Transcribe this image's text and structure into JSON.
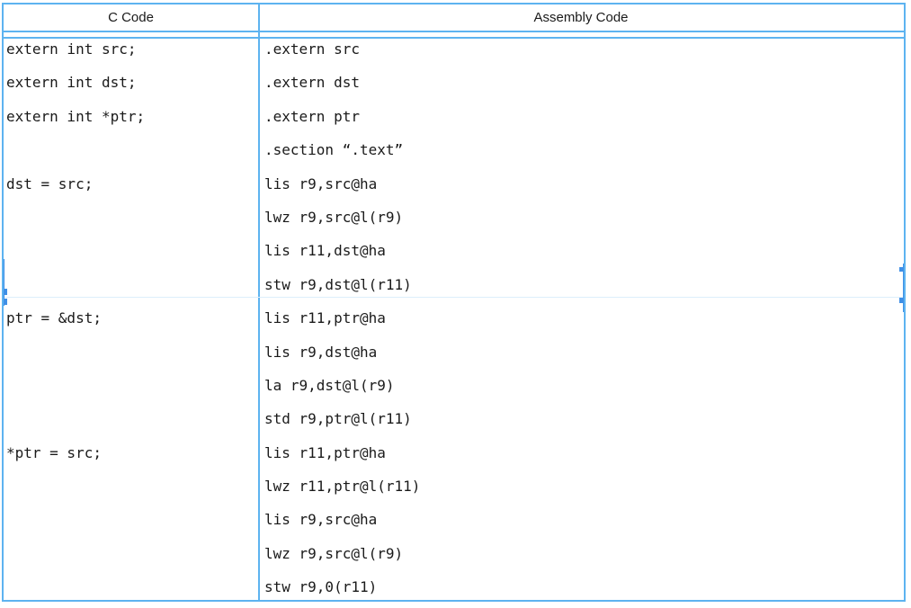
{
  "table": {
    "header": {
      "c_column": "C Code",
      "assembly_column": "Assembly Code"
    },
    "rows": [
      {
        "c": "extern int src;",
        "asm": ".extern src"
      },
      {
        "c": "extern int dst;",
        "asm": ".extern dst"
      },
      {
        "c": "extern int *ptr;",
        "asm": ".extern ptr"
      },
      {
        "c": "",
        "asm": ".section “.text”"
      },
      {
        "c": "dst = src;",
        "asm": "lis r9,src@ha"
      },
      {
        "c": "",
        "asm": "lwz r9,src@l(r9)"
      },
      {
        "c": "",
        "asm": "lis r11,dst@ha"
      },
      {
        "c": "",
        "asm": "stw r9,dst@l(r11)"
      },
      {
        "c": "ptr = &dst;",
        "asm": "lis r11,ptr@ha"
      },
      {
        "c": "",
        "asm": "lis r9,dst@ha"
      },
      {
        "c": "",
        "asm": "la r9,dst@l(r9)"
      },
      {
        "c": "",
        "asm": "std r9,ptr@l(r11)"
      },
      {
        "c": "*ptr = src;",
        "asm": "lis r11,ptr@ha"
      },
      {
        "c": "",
        "asm": "lwz r11,ptr@l(r11)"
      },
      {
        "c": "",
        "asm": "lis r9,src@ha"
      },
      {
        "c": "",
        "asm": "lwz r9,src@l(r9)"
      },
      {
        "c": "",
        "asm": "stw r9,0(r11)"
      }
    ],
    "page_break_after_row": 8,
    "colors": {
      "border": "#5db3f0",
      "border_handle": "#3f8fe6",
      "page_break_line": "#ddeefb",
      "text": "#1a1a1a",
      "background": "#ffffff"
    }
  }
}
